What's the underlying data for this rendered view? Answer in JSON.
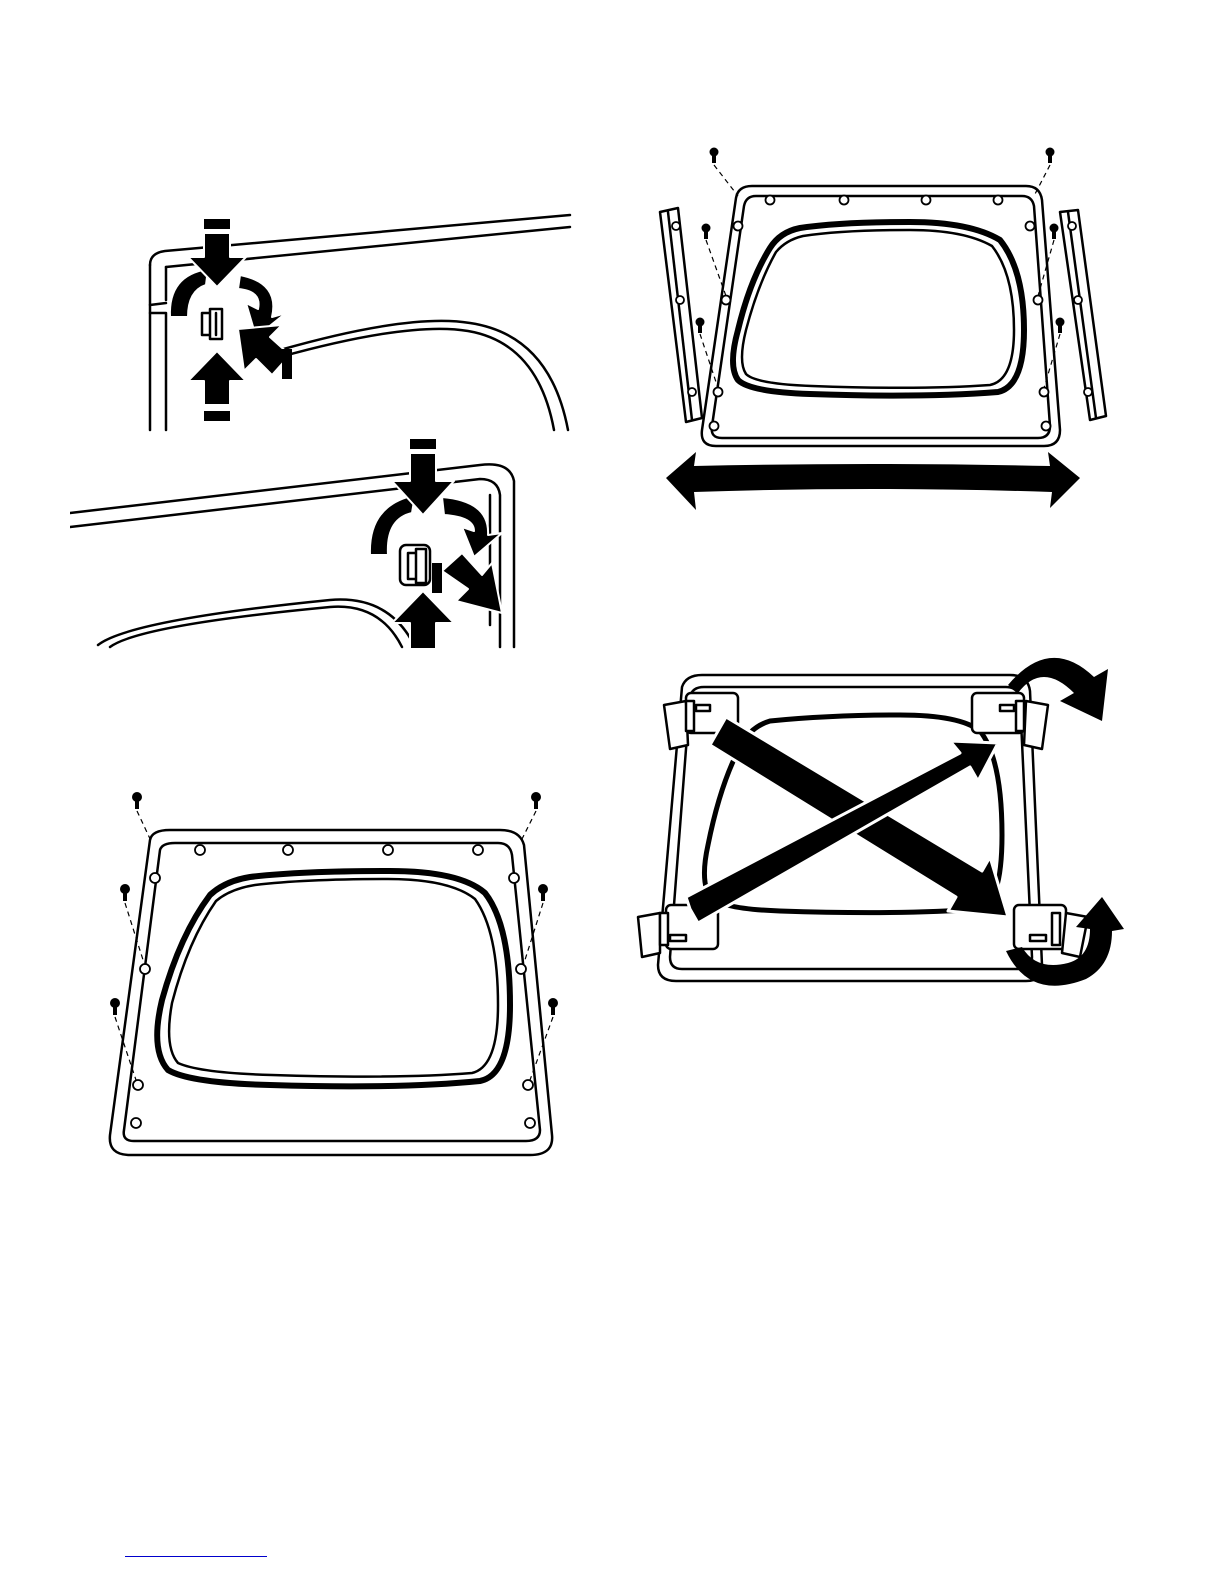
{
  "figures": [
    {
      "id": "top-left-latch",
      "icon": "door-latch-release-illustration"
    },
    {
      "id": "mid-left-latch",
      "icon": "door-latch-release-illustration"
    },
    {
      "id": "bottom-left-panel",
      "icon": "door-panel-screws-illustration"
    },
    {
      "id": "top-right-panel",
      "icon": "door-panel-hinge-strips-illustration"
    },
    {
      "id": "bottom-right-rotate",
      "icon": "door-rotate-hinges-illustration"
    }
  ],
  "colors": {
    "ink": "#000000",
    "paper": "#ffffff",
    "link": "#0000cc"
  }
}
